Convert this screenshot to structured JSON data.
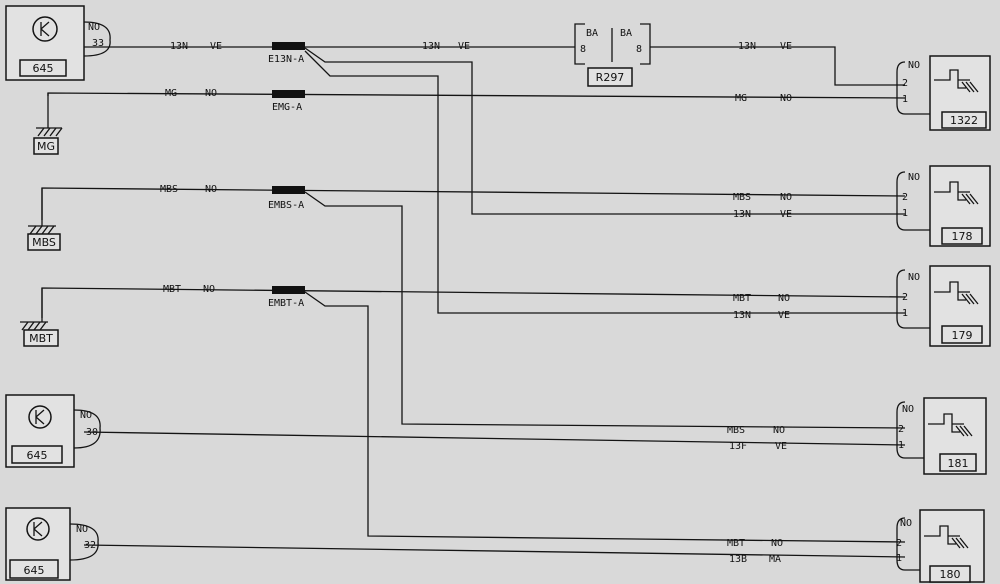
{
  "sources": [
    {
      "code": "645",
      "pin": "33",
      "tag": "NO"
    },
    {
      "code": "645",
      "pin": "30",
      "tag": "NO"
    },
    {
      "code": "645",
      "pin": "32",
      "tag": "NO"
    }
  ],
  "grounds": [
    {
      "code": "MG",
      "wire": "MG",
      "color": "NO"
    },
    {
      "code": "MBS",
      "wire": "MBS",
      "color": "NO"
    },
    {
      "code": "MBT",
      "wire": "MBT",
      "color": "NO"
    }
  ],
  "splices": [
    "E13N-A",
    "EMG-A",
    "EMBS-A",
    "EMBT-A"
  ],
  "connector": {
    "code": "R297",
    "left_label": "BA",
    "right_label": "BA",
    "left_pin": "8",
    "right_pin": "8"
  },
  "wires": {
    "w13n_1": {
      "id": "13N",
      "color": "VE"
    },
    "w13n_2": {
      "id": "13N",
      "color": "VE"
    },
    "w13n_3": {
      "id": "13N",
      "color": "VE"
    },
    "mg_top": {
      "id": "MG",
      "color": "NO"
    },
    "mbs_left": {
      "id": "MBS",
      "color": "NO"
    },
    "mbt_left": {
      "id": "MBT",
      "color": "NO"
    }
  },
  "sensors": [
    {
      "code": "1322",
      "tag": "NO",
      "pin_top": "2",
      "pin_bottom": "1",
      "wire_top": {
        "id": "13N",
        "color": "VE"
      },
      "wire_bottom": {
        "id": "MG",
        "color": "NO"
      }
    },
    {
      "code": "178",
      "tag": "NO",
      "pin_top": "2",
      "pin_bottom": "1",
      "wire_top": {
        "id": "MBS",
        "color": "NO"
      },
      "wire_bottom": {
        "id": "13N",
        "color": "VE"
      }
    },
    {
      "code": "179",
      "tag": "NO",
      "pin_top": "2",
      "pin_bottom": "1",
      "wire_top": {
        "id": "MBT",
        "color": "NO"
      },
      "wire_bottom": {
        "id": "13N",
        "color": "VE"
      }
    },
    {
      "code": "181",
      "tag": "NO",
      "pin_top": "2",
      "pin_bottom": "1",
      "wire_top": {
        "id": "MBS",
        "color": "NO"
      },
      "wire_bottom": {
        "id": "13F",
        "color": "VE"
      }
    },
    {
      "code": "180",
      "tag": "NO",
      "pin_top": "2",
      "pin_bottom": "1",
      "wire_top": {
        "id": "MBT",
        "color": "NO"
      },
      "wire_bottom": {
        "id": "13B",
        "color": "MA"
      }
    }
  ]
}
